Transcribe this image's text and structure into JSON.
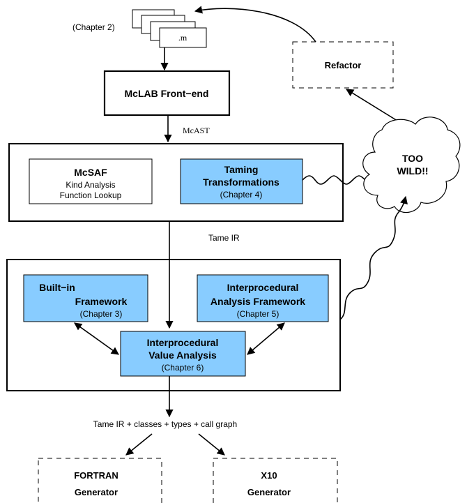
{
  "source_files": {
    "chapter_label": "(Chapter 2)",
    "file_label": ".m"
  },
  "front_end": {
    "label": "McLAB Front−end",
    "output_label": "McAST"
  },
  "refactor": {
    "label": "Refactor"
  },
  "mcsaf": {
    "title": "McSAF",
    "line1": "Kind Analysis",
    "line2": "Function Lookup"
  },
  "taming": {
    "title1": "Taming",
    "title2": "Transformations",
    "chapter": "(Chapter 4)"
  },
  "cloud": {
    "line1": "TOO",
    "line2": "WILD!!"
  },
  "tame_ir": {
    "label": "Tame IR"
  },
  "builtin": {
    "title1": "Built−in",
    "title2": "Framework",
    "chapter": "(Chapter 3)"
  },
  "interproc_framework": {
    "title1": "Interprocedural",
    "title2": "Analysis Framework",
    "chapter": "(Chapter 5)"
  },
  "value_analysis": {
    "title1": "Interprocedural",
    "title2": "Value Analysis",
    "chapter": "(Chapter 6)"
  },
  "output": {
    "label": "Tame IR + classes + types + call graph"
  },
  "fortran": {
    "line1": "FORTRAN",
    "line2": "Generator"
  },
  "x10": {
    "line1": "X10",
    "line2": "Generator"
  },
  "colors": {
    "highlight_fill": "#88ccff",
    "stroke": "#000000",
    "background": "#ffffff"
  }
}
